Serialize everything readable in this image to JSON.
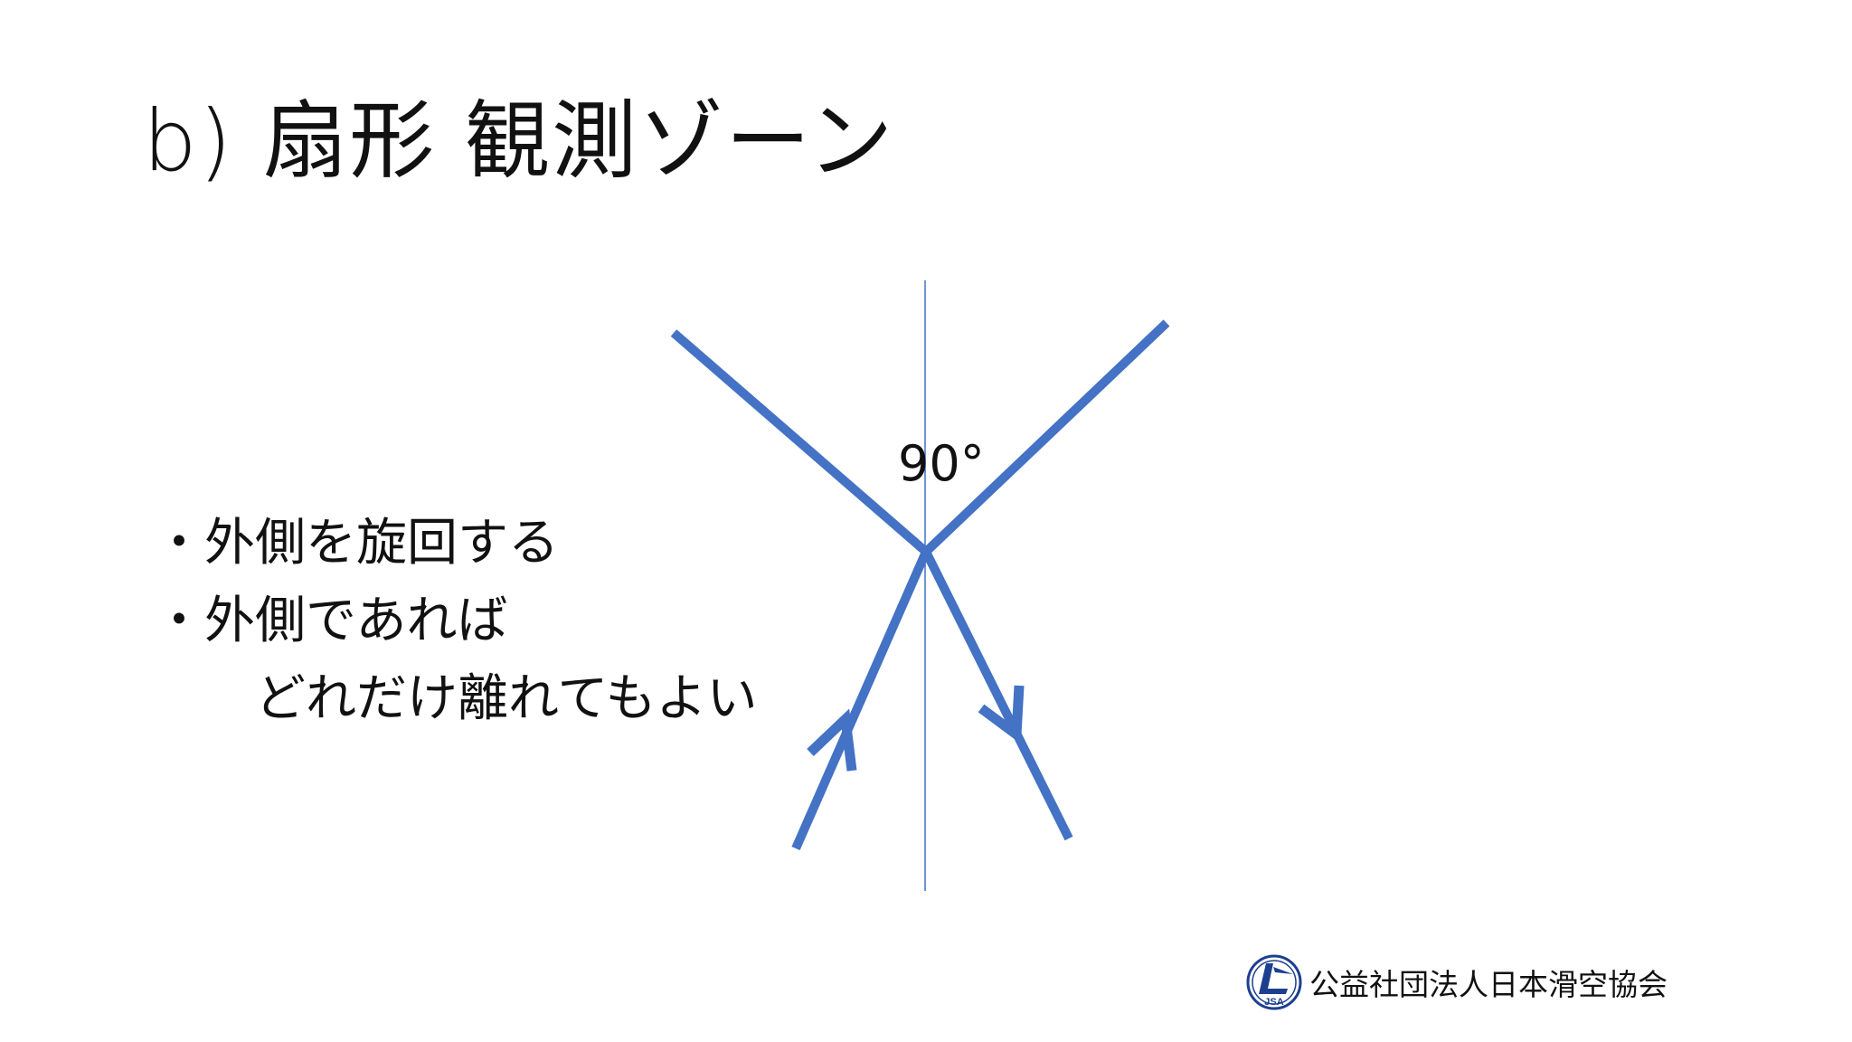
{
  "slide": {
    "title": "b) 扇形 観測ゾーン",
    "bullets": [
      "・外側を旋回する",
      "・外側であれば",
      "どれだけ離れてもよい"
    ]
  },
  "diagram": {
    "angle_label": "90°",
    "line_color": "#4472C4"
  },
  "footer": {
    "logo_text": "JSA",
    "organization": "公益社団法人日本滑空協会"
  }
}
